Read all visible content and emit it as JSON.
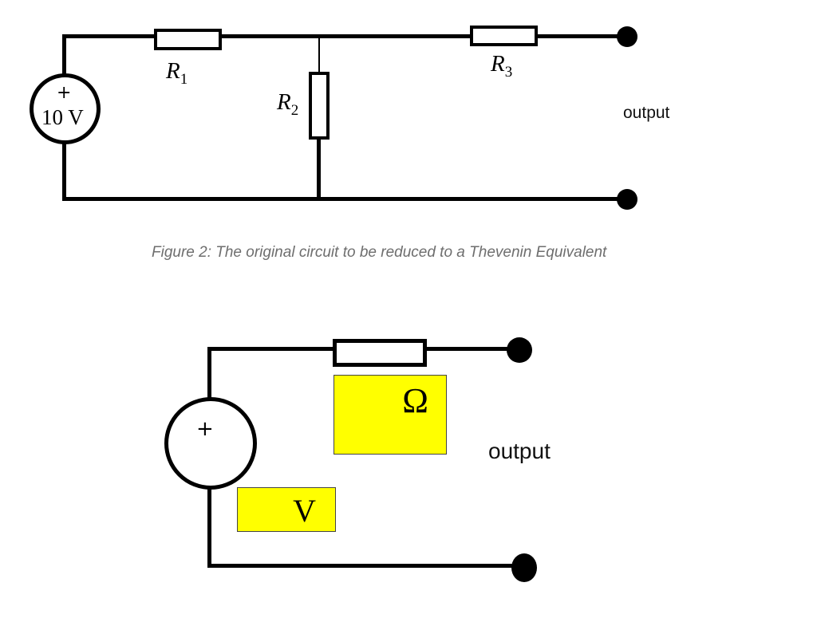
{
  "figure_top": {
    "source": {
      "sign": "+",
      "value": "10 V"
    },
    "resistors": [
      {
        "base": "R",
        "sub": "1"
      },
      {
        "base": "R",
        "sub": "2"
      },
      {
        "base": "R",
        "sub": "3"
      }
    ],
    "output_label": "output"
  },
  "caption": "Figure 2: The original circuit to be reduced to a Thevenin Equivalent",
  "figure_bottom": {
    "source": {
      "sign": "+"
    },
    "resistance_blank_unit": "Ω",
    "voltage_blank_unit": "V",
    "output_label": "output"
  },
  "colors": {
    "highlight": "#ffff00",
    "line": "#000000",
    "caption_text": "#6e6e6e"
  }
}
